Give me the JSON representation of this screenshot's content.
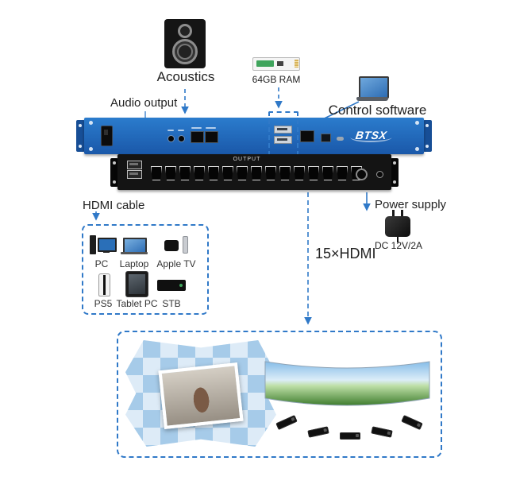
{
  "labels": {
    "acoustics": "Acoustics",
    "audio_output": "Audio output",
    "ram": "64GB RAM",
    "control_software": "Control software",
    "brand": "BTSX",
    "output": "OUTPUT",
    "hdmi_cable": "HDMI cable",
    "power_supply": "Power supply",
    "dc_spec": "DC 12V/2A",
    "hdmi_count": "15×HDMI"
  },
  "sources": {
    "items": [
      {
        "label": "PC",
        "icon": "desktop-pc-icon"
      },
      {
        "label": "Laptop",
        "icon": "laptop-icon"
      },
      {
        "label": "Apple TV",
        "icon": "apple-tv-icon"
      },
      {
        "label": "PS5",
        "icon": "ps5-icon"
      },
      {
        "label": "Tablet PC",
        "icon": "tablet-icon"
      },
      {
        "label": "STB",
        "icon": "stb-icon"
      }
    ]
  },
  "colors": {
    "device_blue": "#1d64b5",
    "arrow_blue": "#3079c8",
    "panel_black": "#141414"
  }
}
